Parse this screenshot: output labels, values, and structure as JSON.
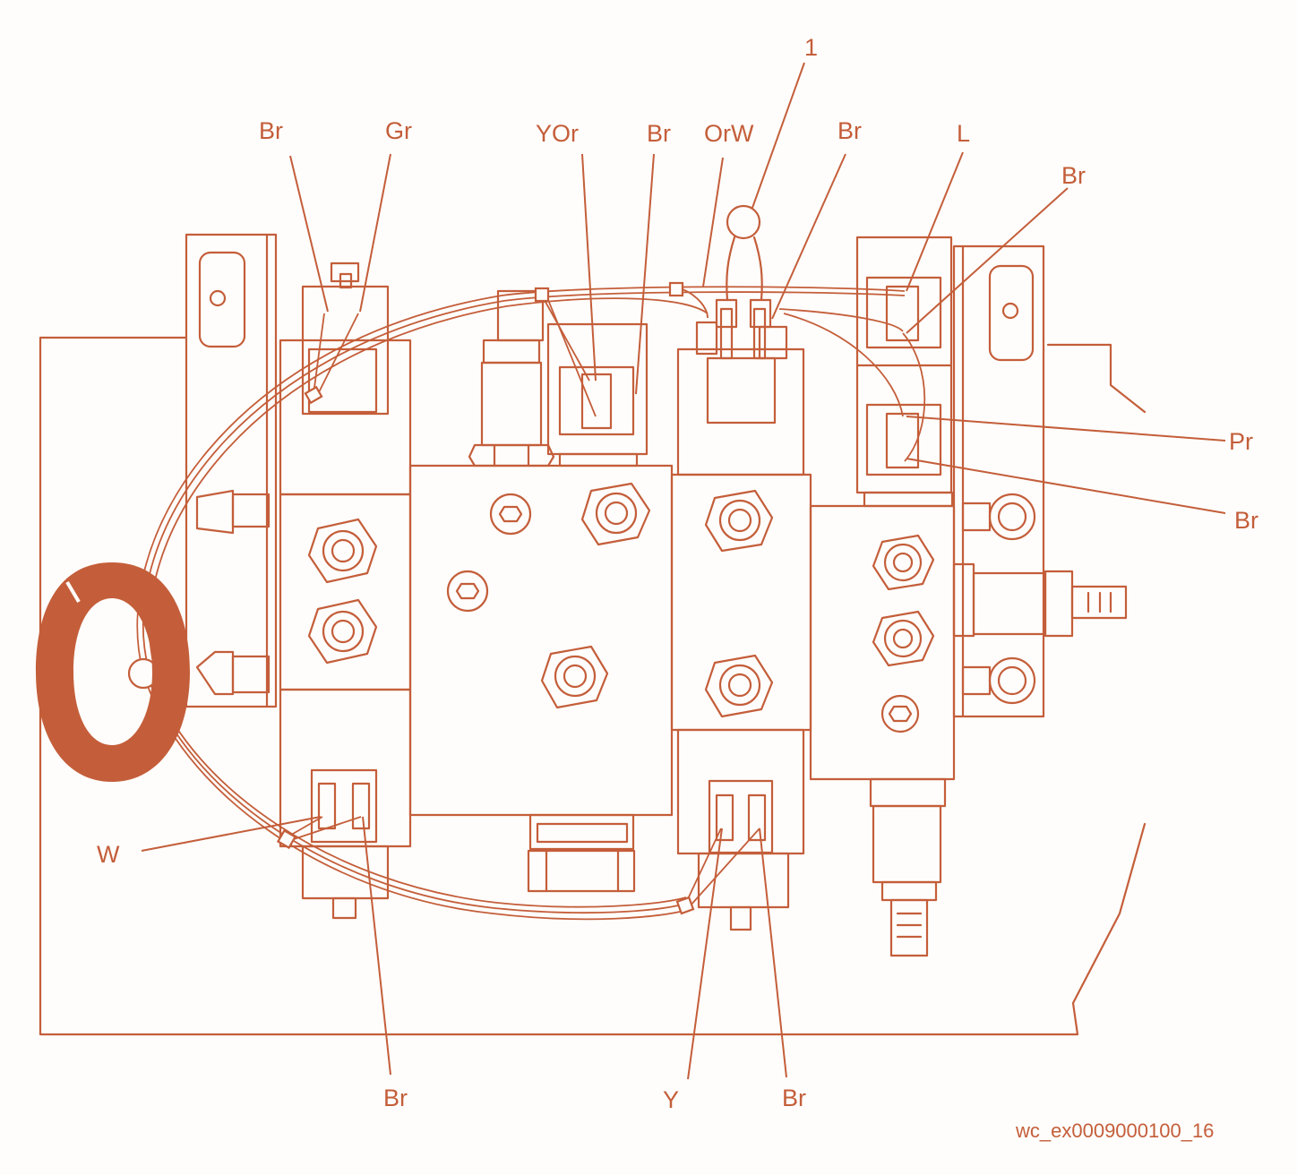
{
  "diagram": {
    "wire_labels": {
      "br_top_left": "Br",
      "gr_top": "Gr",
      "yor_top": "YOr",
      "br_top_center": "Br",
      "orw_top": "OrW",
      "br_top_right": "Br",
      "l_top": "L",
      "br_right_upper": "Br",
      "pr_right": "Pr",
      "br_right_lower": "Br",
      "w_left": "W",
      "br_bottom_left": "Br",
      "y_bottom": "Y",
      "br_bottom_right": "Br"
    },
    "callout_number": "1",
    "image_code": "wc_ex0009000100_16",
    "colors": {
      "line": "#c45e3a",
      "harness_clamp": "#c45e3a",
      "background": "#fefdfb"
    }
  }
}
